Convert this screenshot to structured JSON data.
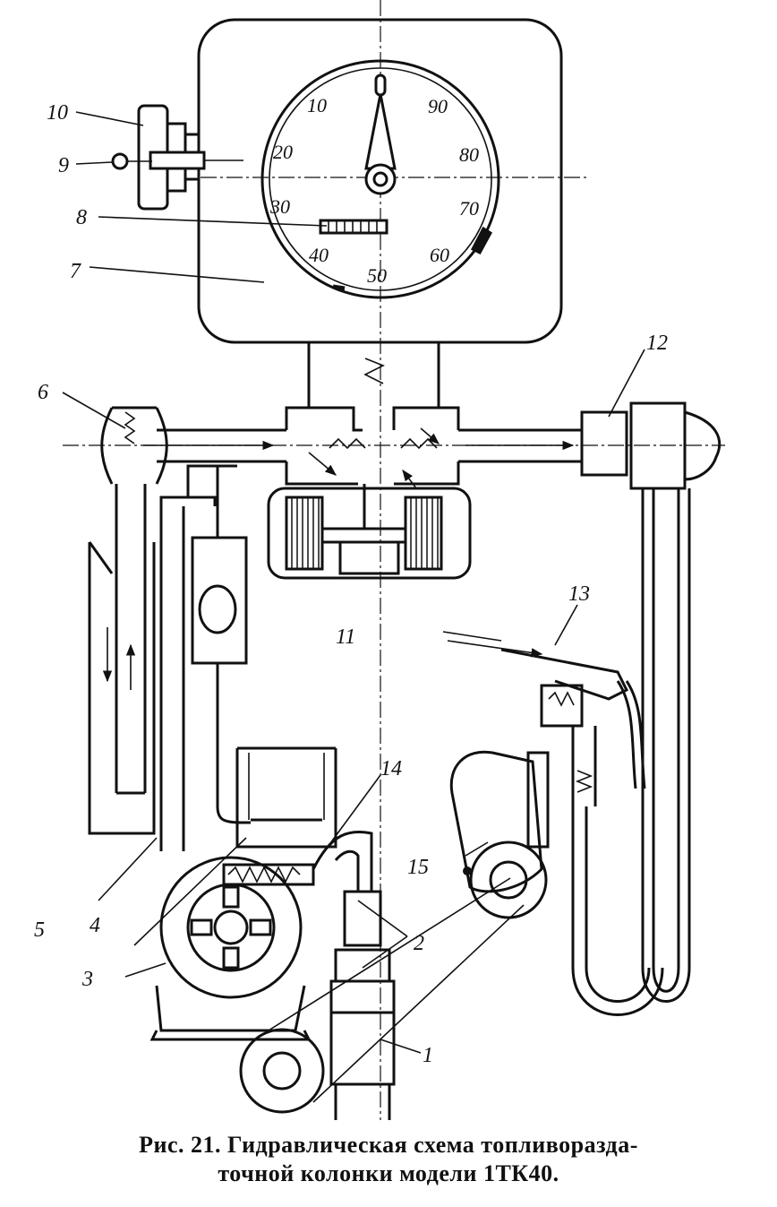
{
  "figure": {
    "caption_line1": "Рис. 21. Гидравлическая схема топливоразда-",
    "caption_line2": "точной колонки модели 1ТК40."
  },
  "callouts": [
    "1",
    "2",
    "3",
    "4",
    "5",
    "6",
    "7",
    "8",
    "9",
    "10",
    "11",
    "12",
    "13",
    "14",
    "15"
  ],
  "dial": {
    "scale_labels": [
      "10",
      "20",
      "30",
      "40",
      "50",
      "60",
      "70",
      "80",
      "90"
    ]
  }
}
